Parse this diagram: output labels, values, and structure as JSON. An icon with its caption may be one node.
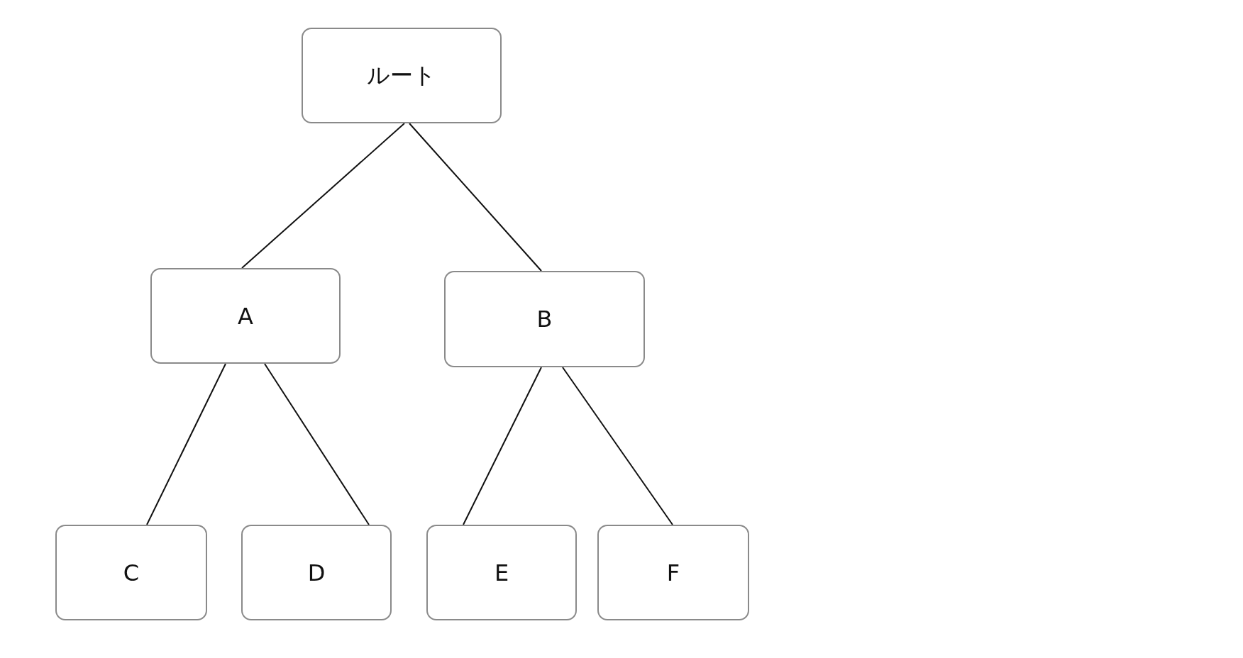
{
  "diagram": {
    "nodes": [
      {
        "text": [
          "ルート"
        ]
      },
      {
        "text": [
          "A"
        ]
      },
      {
        "text": [
          "B"
        ]
      },
      {
        "text": [
          "C"
        ]
      },
      {
        "text": [
          "D"
        ]
      },
      {
        "text": [
          "E"
        ]
      },
      {
        "text": [
          "F"
        ]
      }
    ],
    "edges": [
      {
        "from": 0,
        "to": 1,
        "arrow": "none"
      },
      {
        "from": 0,
        "to": 2,
        "arrow": "none"
      },
      {
        "from": 1,
        "to": 3,
        "arrow": "none"
      },
      {
        "from": 1,
        "to": 4,
        "arrow": "none"
      },
      {
        "from": 2,
        "to": 5,
        "arrow": "none"
      },
      {
        "from": 2,
        "to": 6,
        "arrow": "none"
      }
    ]
  }
}
